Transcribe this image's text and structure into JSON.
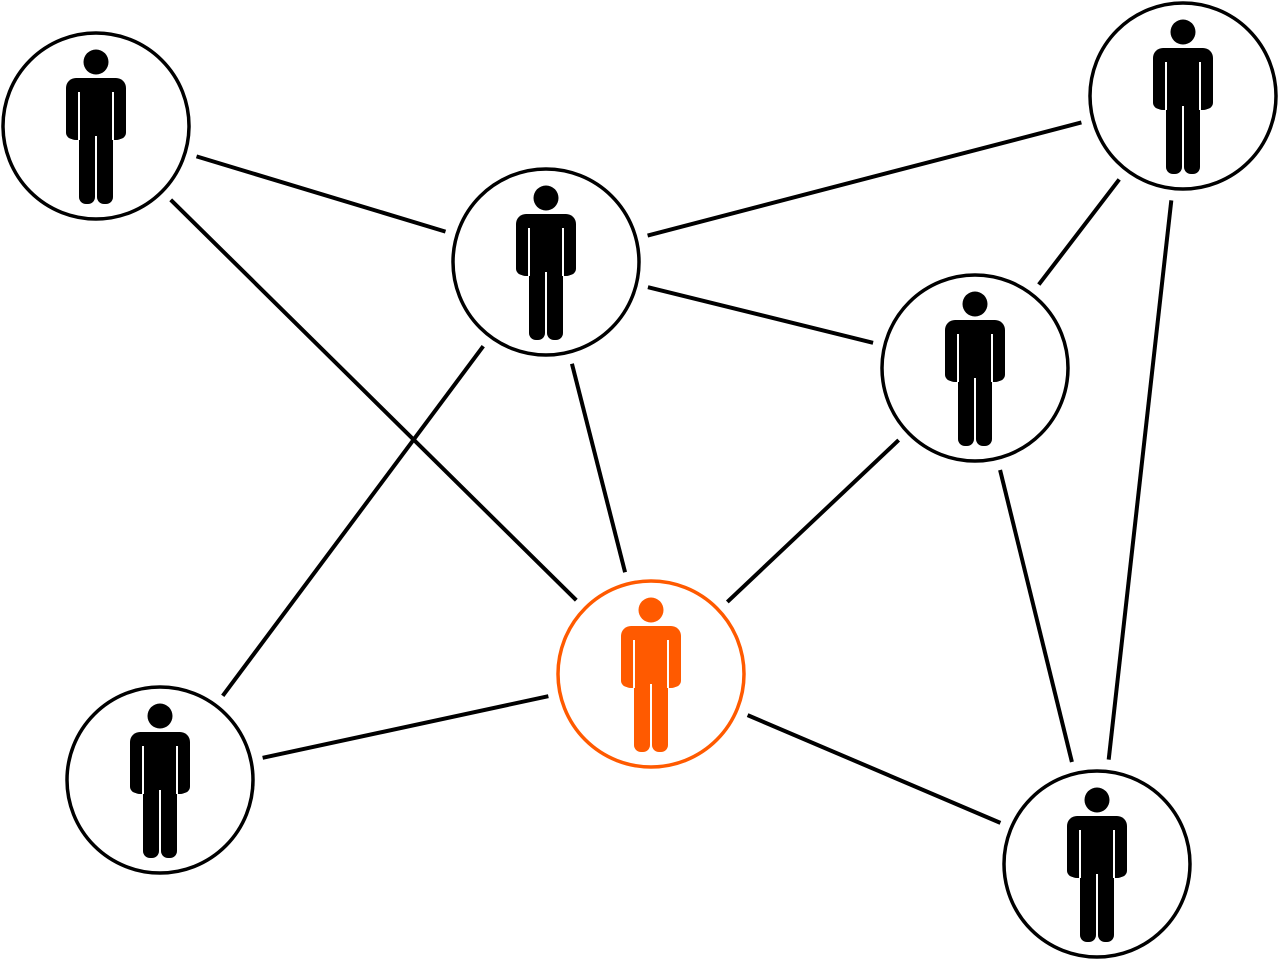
{
  "diagram": {
    "type": "network",
    "colors": {
      "default": "#000000",
      "highlight": "#FF5A00",
      "background": "#FFFFFF"
    },
    "nodes": [
      {
        "id": "A",
        "icon": "person-icon",
        "highlighted": false
      },
      {
        "id": "B",
        "icon": "person-icon",
        "highlighted": false
      },
      {
        "id": "C",
        "icon": "person-icon",
        "highlighted": false
      },
      {
        "id": "D",
        "icon": "person-icon",
        "highlighted": false
      },
      {
        "id": "E",
        "icon": "person-icon",
        "highlighted": true
      },
      {
        "id": "F",
        "icon": "person-icon",
        "highlighted": false
      },
      {
        "id": "G",
        "icon": "person-icon",
        "highlighted": false
      }
    ],
    "edges": [
      [
        "A",
        "B"
      ],
      [
        "A",
        "E"
      ],
      [
        "B",
        "C"
      ],
      [
        "B",
        "D"
      ],
      [
        "B",
        "F"
      ],
      [
        "B",
        "E"
      ],
      [
        "C",
        "D"
      ],
      [
        "C",
        "G"
      ],
      [
        "D",
        "E"
      ],
      [
        "D",
        "G"
      ],
      [
        "E",
        "F"
      ],
      [
        "E",
        "G"
      ]
    ]
  }
}
